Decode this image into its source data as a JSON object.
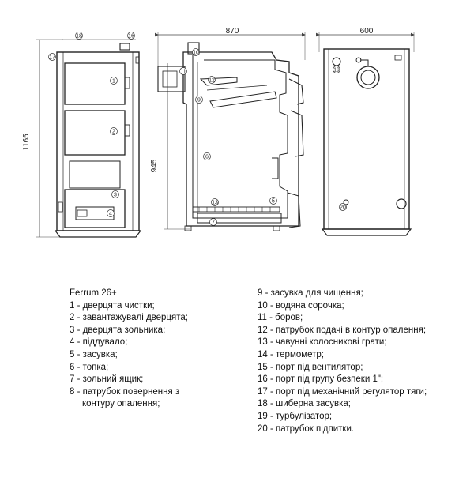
{
  "diagram": {
    "dimensions": {
      "front_height": "1165",
      "side_width": "870",
      "side_height": "945",
      "back_width": "600"
    },
    "callouts": {
      "front": [
        "18",
        "16",
        "17",
        "1",
        "2",
        "3",
        "4"
      ],
      "side": [
        "10",
        "12",
        "11",
        "9",
        "6",
        "13",
        "5",
        "7"
      ],
      "back": [
        "19",
        "20"
      ]
    }
  },
  "legend": {
    "title": "Ferrum 26+",
    "left": [
      "1 - дверцята чистки;",
      "2 - завантажувалі дверцята;",
      "3 - дверцята зольника;",
      "4 - піддувало;",
      "5 - засувка;",
      "6 - топка;",
      "7 - зольний ящик;",
      "8 - патрубок повернення з"
    ],
    "left_cont": "контуру опалення;",
    "right": [
      "9 - засувка для чищення;",
      "10 - водяна сорочка;",
      "11 - боров;",
      "12 - патрубок подачі в контур опалення;",
      "13 - чавунні колосникові грати;",
      "14 - термометр;",
      "15 - порт під вентилятор;",
      "16 - порт під групу безпеки 1\";",
      "17 - порт під механічний регулятор тяги;",
      "18 - шиберна засувка;",
      "19 - турбулізатор;",
      "20 - патрубок підпитки."
    ]
  }
}
